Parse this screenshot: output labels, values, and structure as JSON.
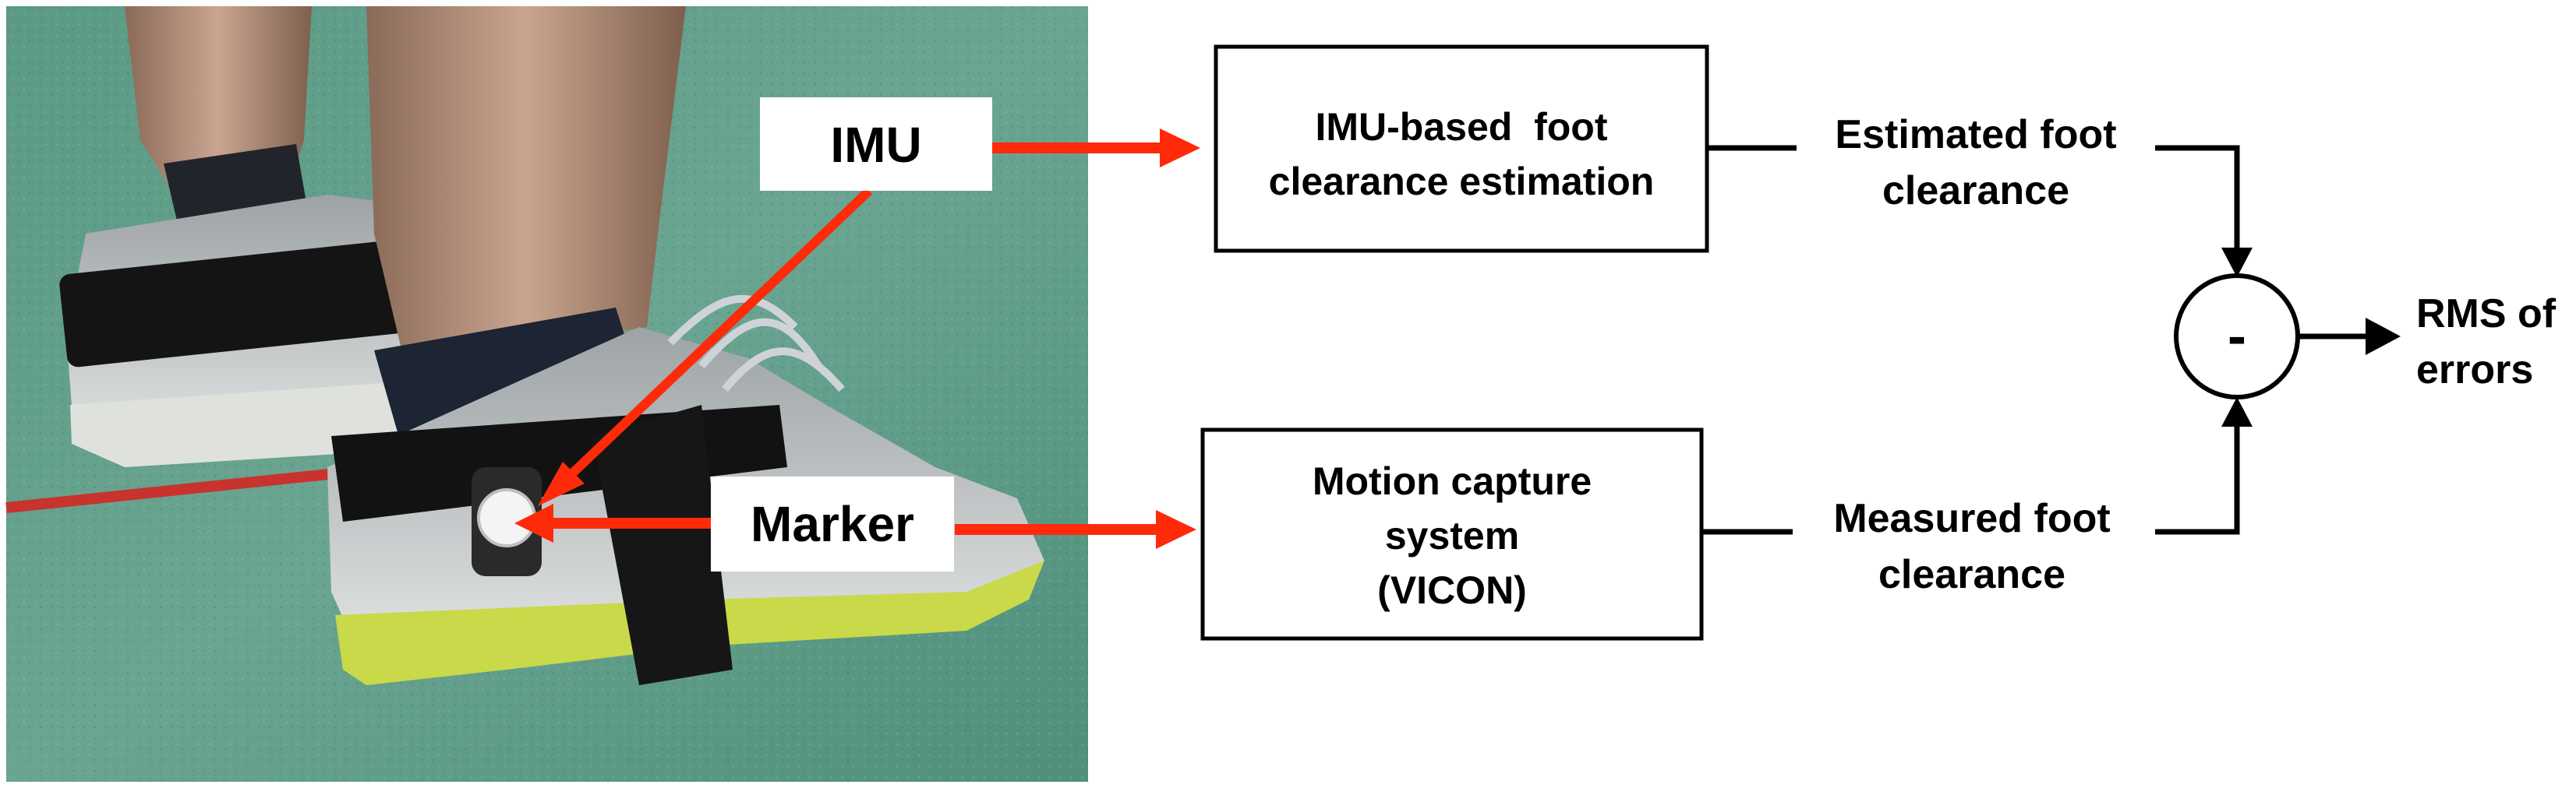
{
  "photo": {
    "description_icon": "foot-photo",
    "callouts": {
      "imu": "IMU",
      "marker": "Marker"
    }
  },
  "boxes": {
    "imu_estimation": {
      "line1": "IMU-based  foot",
      "line2": "clearance estimation"
    },
    "motion_capture": {
      "line1": "Motion capture",
      "line2": "system",
      "line3": "(VICON)"
    }
  },
  "outputs": {
    "estimated": {
      "line1": "Estimated foot",
      "line2": "clearance"
    },
    "measured": {
      "line1": "Measured foot",
      "line2": "clearance"
    }
  },
  "comparator": {
    "symbol": "-"
  },
  "result": {
    "line1": "RMS of",
    "line2": "errors"
  },
  "colors": {
    "arrow": "#ff2a0a",
    "line": "#000000",
    "floor": "#5f9a86",
    "shoe_sole": "#c9d94a",
    "strap": "#141414"
  }
}
